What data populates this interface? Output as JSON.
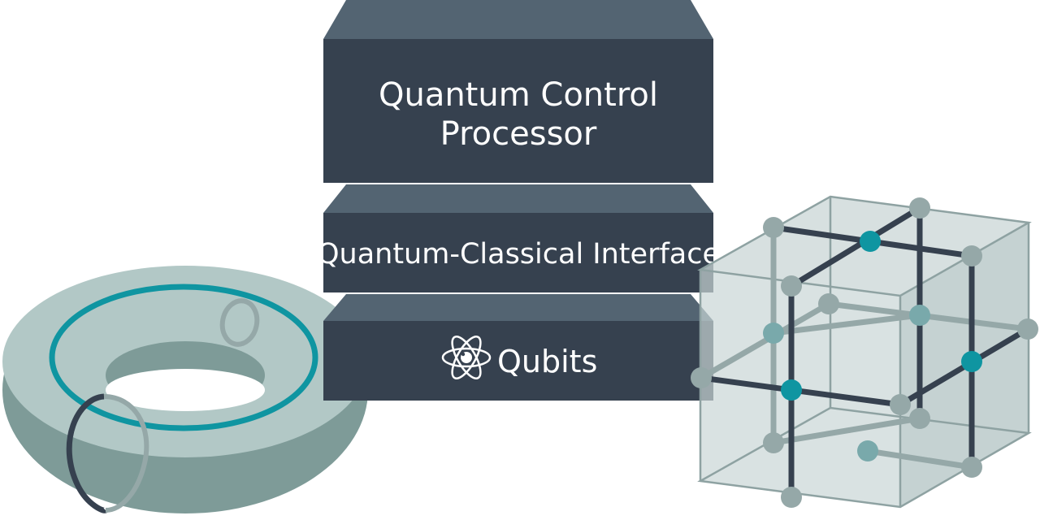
{
  "layers": {
    "top": {
      "line1": "Quantum Control",
      "line2": "Processor"
    },
    "middle": {
      "label": "Quantum-Classical Interface"
    },
    "bottom": {
      "label": "Qubits",
      "icon": "atom-icon"
    }
  },
  "colors": {
    "layer_front": "#36414f",
    "layer_top": "#536472",
    "torus_light": "#b2c8c6",
    "torus_shadow": "#7e9b98",
    "teal": "#0f95a1",
    "dark_node": "#36414f",
    "grey_node": "#95a8a8",
    "cube_glass": "#c9d6d6",
    "cube_edge": "#8ea2a2"
  }
}
